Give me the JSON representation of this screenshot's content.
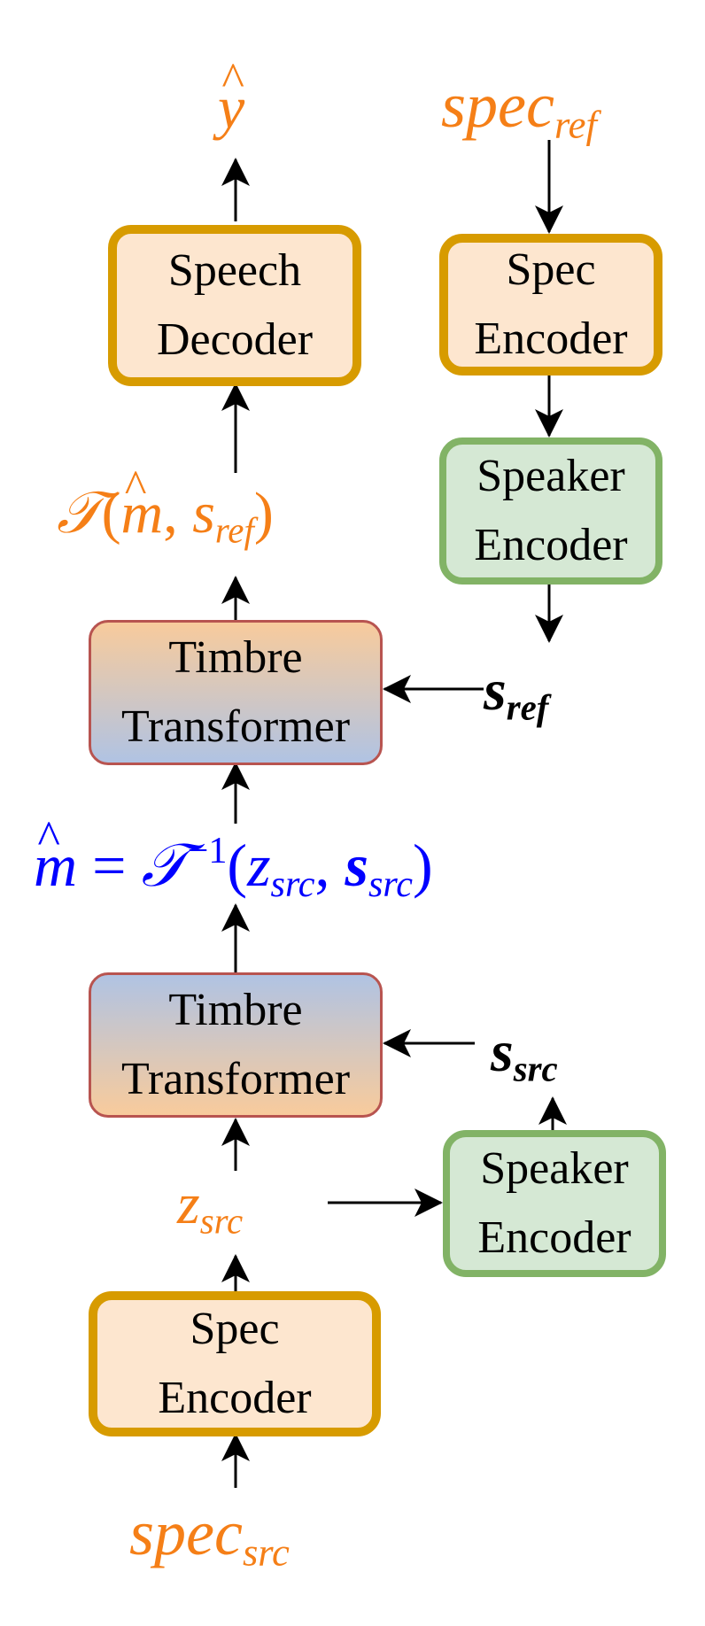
{
  "colors": {
    "label_orange": "#f57f17",
    "label_blue": "#0000ff",
    "label_black": "#000000",
    "encoder_fill": "#fde6cf",
    "encoder_border": "#d79b00",
    "speaker_fill": "#d5e8d4",
    "speaker_border": "#82b366",
    "timbre_border": "#b85450",
    "timbre_grad_peach": "#f8cb9c",
    "timbre_grad_blue": "#b0c3e3"
  },
  "boxes": {
    "speech_decoder": [
      "Speech",
      "Decoder"
    ],
    "spec_encoder_ref": [
      "Spec",
      "Encoder"
    ],
    "speaker_encoder_ref": [
      "Speaker",
      "Encoder"
    ],
    "timbre_transformer_top": [
      "Timbre",
      "Transformer"
    ],
    "timbre_transformer_bottom": [
      "Timbre",
      "Transformer"
    ],
    "speaker_encoder_src": [
      "Speaker",
      "Encoder"
    ],
    "spec_encoder_src": [
      "Spec",
      "Encoder"
    ]
  },
  "labels": {
    "y_hat": {
      "base": "y"
    },
    "spec_ref": {
      "base": "spec",
      "sub": "ref"
    },
    "transform": {
      "op": "𝒯",
      "open": "(",
      "m": "m",
      "sep": ", ",
      "s": "s",
      "sub": "ref",
      "close": ")"
    },
    "s_ref": {
      "base": "s",
      "sub": "ref"
    },
    "m_hat_eq": {
      "m": "m",
      "eq": " = ",
      "op": "𝒯",
      "sup": "−1",
      "open": "(",
      "z": "z",
      "zsub": "src",
      "sep": ", ",
      "s": "s",
      "ssub": "src",
      "close": ")"
    },
    "s_src": {
      "base": "s",
      "sub": "src"
    },
    "z_src": {
      "base": "z",
      "sub": "src"
    },
    "spec_src": {
      "base": "spec",
      "sub": "src"
    }
  }
}
